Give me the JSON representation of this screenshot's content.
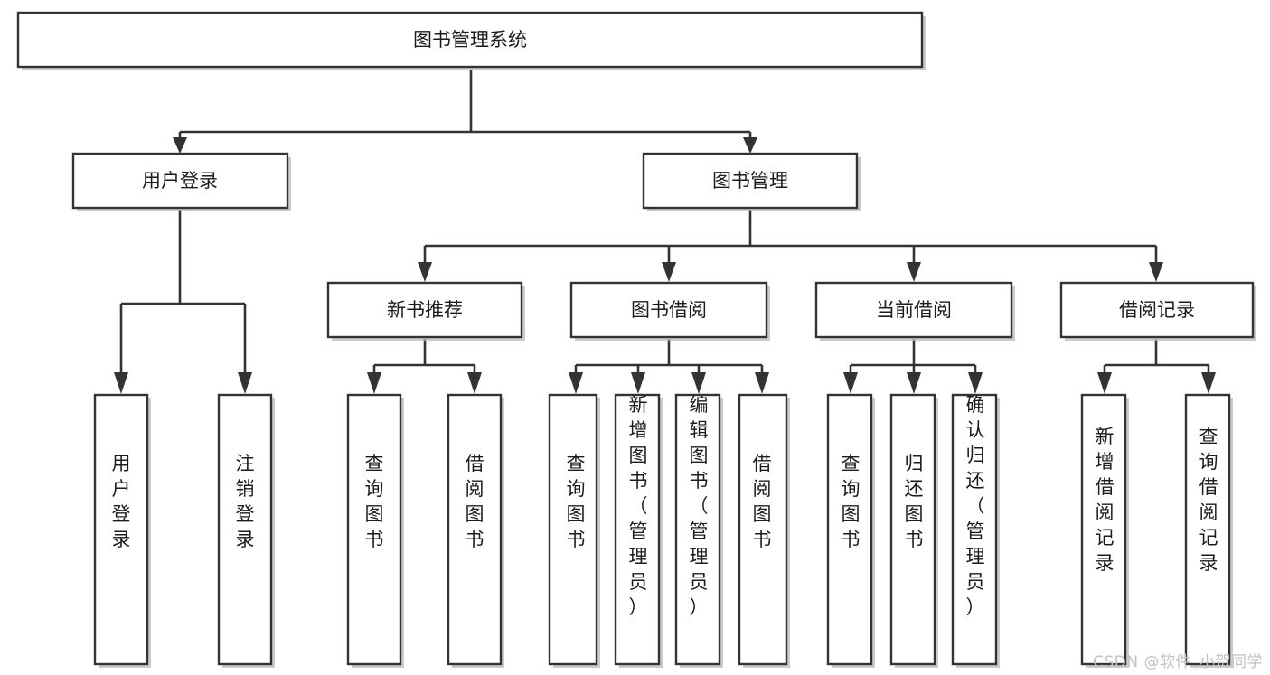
{
  "diagram": {
    "title": "图书管理系统",
    "type": "hierarchy-tree",
    "watermark": "CSDN @软件_小贺同学",
    "colors": {
      "stroke": "#333333",
      "text": "#1c1c1c",
      "background": "#ffffff",
      "watermark": "#c2c2c2"
    },
    "root": {
      "label": "图书管理系统"
    },
    "level2": [
      {
        "label": "用户登录"
      },
      {
        "label": "图书管理"
      }
    ],
    "level3": [
      {
        "label": "新书推荐"
      },
      {
        "label": "图书借阅"
      },
      {
        "label": "当前借阅"
      },
      {
        "label": "借阅记录"
      }
    ],
    "leaves": {
      "user_login": [
        {
          "label": "用户登录"
        },
        {
          "label": "注销登录"
        }
      ],
      "new_book_recommend": [
        {
          "label": "查询图书"
        },
        {
          "label": "借阅图书"
        }
      ],
      "book_borrow": [
        {
          "label": "查询图书"
        },
        {
          "label": "新增图书（管理员）"
        },
        {
          "label": "编辑图书（管理员）"
        },
        {
          "label": "借阅图书"
        }
      ],
      "current_borrow": [
        {
          "label": "查询图书"
        },
        {
          "label": "归还图书"
        },
        {
          "label": "确认归还（管理员）"
        }
      ],
      "borrow_record": [
        {
          "label": "新增借阅记录"
        },
        {
          "label": "查询借阅记录"
        }
      ]
    }
  }
}
